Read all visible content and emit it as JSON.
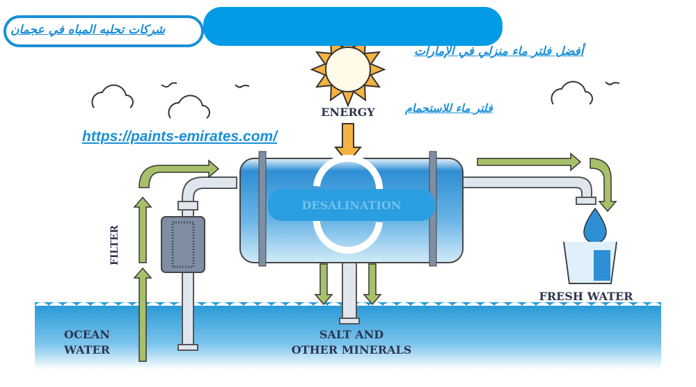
{
  "header": {
    "title_arabic": "شركات تحليه المياه في عجمان",
    "subtitle_arabic_1": "أفضل فلتر ماء منزلي في الإمارات",
    "subtitle_arabic_2": "فلتر ماء للاستحمام",
    "url": "https://paints-emirates.com/"
  },
  "diagram": {
    "energy_label": "ENERGY",
    "process_label": "DESALINATION",
    "filter_label": "FILTER",
    "ocean_label_line1": "OCEAN",
    "ocean_label_line2": "WATER",
    "salt_label_line1": "SALT AND",
    "salt_label_line2": "OTHER MINERALS",
    "fresh_label": "FRESH WATER"
  },
  "colors": {
    "accent_blue": "#1a8fd8",
    "banner_blue": "#039be5",
    "arrow_green": "#a9c06a",
    "label_navy": "#2c3650",
    "sun_orange": "#f5b342"
  }
}
